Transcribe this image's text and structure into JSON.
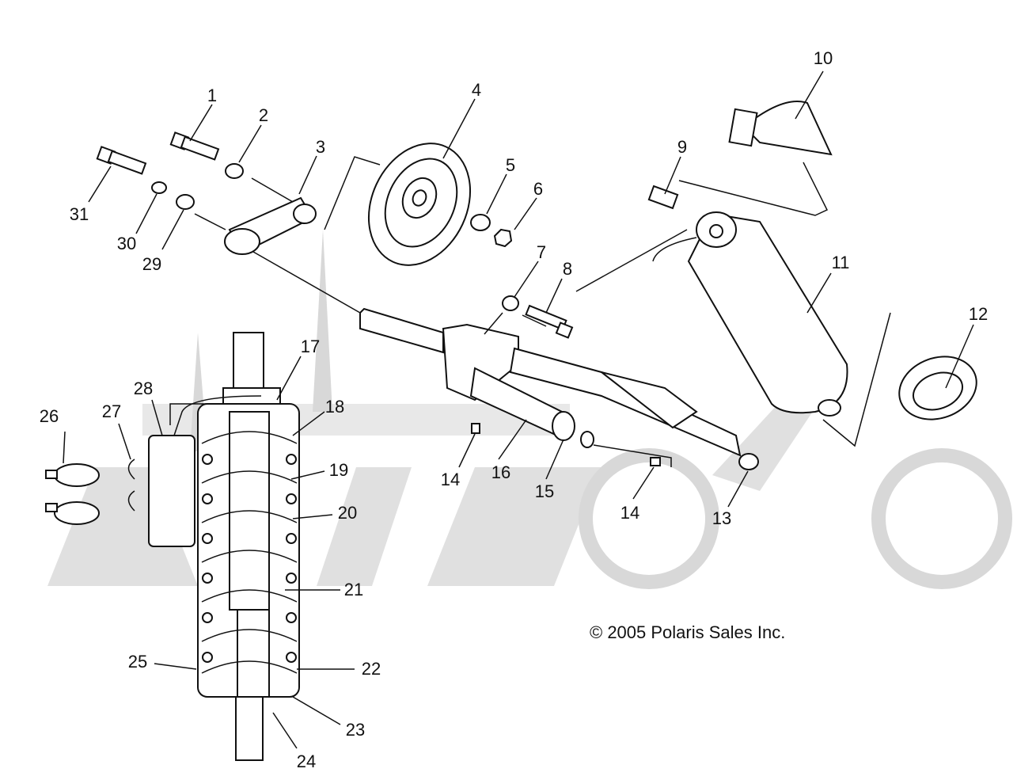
{
  "copyright": "© 2005 Polaris Sales Inc.",
  "callouts": {
    "n1": "1",
    "n2": "2",
    "n3": "3",
    "n4": "4",
    "n5": "5",
    "n6": "6",
    "n7": "7",
    "n8": "8",
    "n9": "9",
    "n10": "10",
    "n11": "11",
    "n12": "12",
    "n13": "13",
    "n14a": "14",
    "n14b": "14",
    "n15": "15",
    "n16": "16",
    "n17": "17",
    "n18": "18",
    "n19": "19",
    "n20": "20",
    "n21": "21",
    "n22": "22",
    "n23": "23",
    "n24": "24",
    "n25": "25",
    "n26": "26",
    "n27": "27",
    "n28": "28",
    "n29": "29",
    "n30": "30",
    "n31": "31"
  }
}
